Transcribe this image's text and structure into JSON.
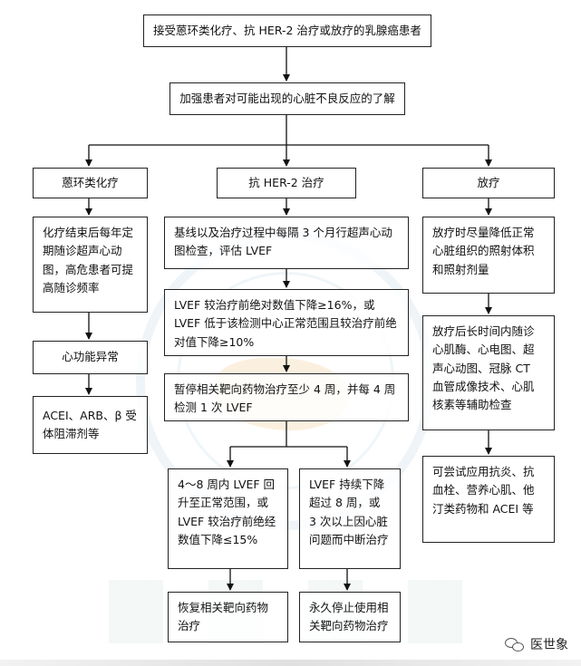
{
  "nodes": {
    "start": "接受蒽环类化疗、抗 HER-2 治疗或放疗的乳腺癌患者",
    "awareness": "加强患者对可能出现的心脏不良反应的了解",
    "anthracycline": "蒽环类化疗",
    "her2": "抗 HER-2 治疗",
    "radiotherapy": "放疗",
    "anthra_followup": "化疗结束后每年定期随诊超声心动图，高危患者可提高随诊频率",
    "cardiac_abnormal": "心功能异常",
    "anthra_drugs": "ACEI、ARB、β 受体阻滞剂等",
    "her2_baseline": "基线以及治疗过程中每隔 3 个月行超声心动图检查，评估 LVEF",
    "her2_lvef_drop": "LVEF 较治疗前绝对数值下降≥16%，或 LVEF 低于该检测中心正常范围且较治疗前绝对值下降≥10%",
    "her2_pause": "暂停相关靶向药物治疗至少 4 周，并每 4 周检测 1 次 LVEF",
    "her2_recover": "4～8 周内 LVEF 回升至正常范围，或 LVEF 较治疗前绝经数值下降≤15%",
    "her2_persist": "LVEF 持续下降超过 8 周，或 3 次以上因心脏问题而中断治疗",
    "her2_resume": "恢复相关靶向药物治疗",
    "her2_stop": "永久停止使用相关靶向药物治疗",
    "radio_reduce": "放疗时尽量降低正常心脏组织的照射体积和照射剂量",
    "radio_followup": "放疗后长时间内随诊心肌酶、心电图、超声心动图、冠脉 CT 血管成像技术、心肌核素等辅助检查",
    "radio_drugs": "可尝试应用抗炎、抗血栓、营养心肌、他汀类药物和 ACEI 等"
  },
  "brand": {
    "name": "医世象",
    "icon": "wechat-icon"
  }
}
